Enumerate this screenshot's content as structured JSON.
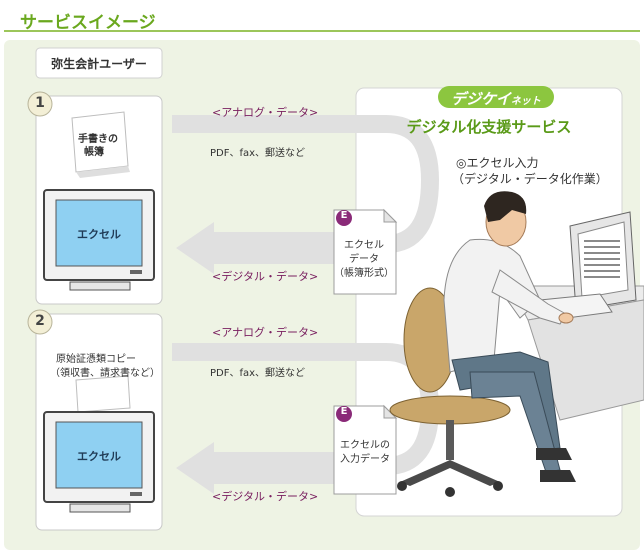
{
  "page_title": "サービスイメージ",
  "user_group_label": "弥生会計ユーザー",
  "service": {
    "logo_text": "デジケイ",
    "logo_suffix": "ネット",
    "heading": "デジタル化支援サービス",
    "work_line1": "◎エクセル入力",
    "work_line2": "（デジタル・データ化作業）"
  },
  "steps": [
    {
      "number": "1",
      "document_line1": "手書きの",
      "document_line2": "帳簿",
      "analog_label": "<アナログ・データ>",
      "send_methods": "PDF、fax、郵送など",
      "return_file_line1": "エクセル",
      "return_file_line2": "データ",
      "return_file_line3": "（帳簿形式）",
      "digital_label": "<デジタル・データ>",
      "screen_label": "エクセル"
    },
    {
      "number": "2",
      "document_line1": "原始証憑類コピー",
      "document_line2": "（領収書、請求書など）",
      "analog_label": "<アナログ・データ>",
      "send_methods": "PDF、fax、郵送など",
      "return_file_line1": "エクセルの",
      "return_file_line2": "入力データ",
      "digital_label": "<デジタル・データ>",
      "screen_label": "エクセル"
    }
  ],
  "file_icon_letter": "E",
  "colors": {
    "title_green": "#6aa81e",
    "outer_panel": "#eef3e4",
    "arrow_gray": "#e0e0e0",
    "label_purple": "#7a2060",
    "heading_green": "#5a9a18",
    "file_icon_purple": "#8a2a78"
  }
}
